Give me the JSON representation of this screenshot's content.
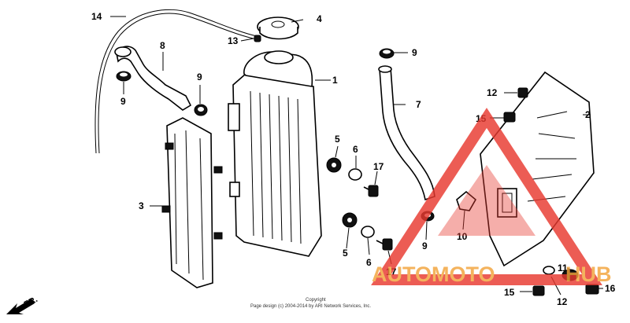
{
  "callouts": {
    "c1": "1",
    "c2": "2",
    "c3": "3",
    "c4": "4",
    "c5a": "5",
    "c5b": "5",
    "c6a": "6",
    "c6b": "6",
    "c7": "7",
    "c8": "8",
    "c9a": "9",
    "c9b": "9",
    "c9c": "9",
    "c9d": "9",
    "c10": "10",
    "c11": "11",
    "c12a": "12",
    "c12b": "12",
    "c13": "13",
    "c14": "14",
    "c15a": "15",
    "c15b": "15",
    "c16": "16",
    "c17a": "17",
    "c17b": "17"
  },
  "direction_label": "FR.",
  "watermark": {
    "left": "AUTOMOTO",
    "right": "HUB",
    "color": "#e8392f",
    "accent": "#f2a33a"
  },
  "copyright": {
    "line1": "Copyright",
    "line2": "Page design (c) 2004-2014 by ARI Network Services, Inc."
  }
}
